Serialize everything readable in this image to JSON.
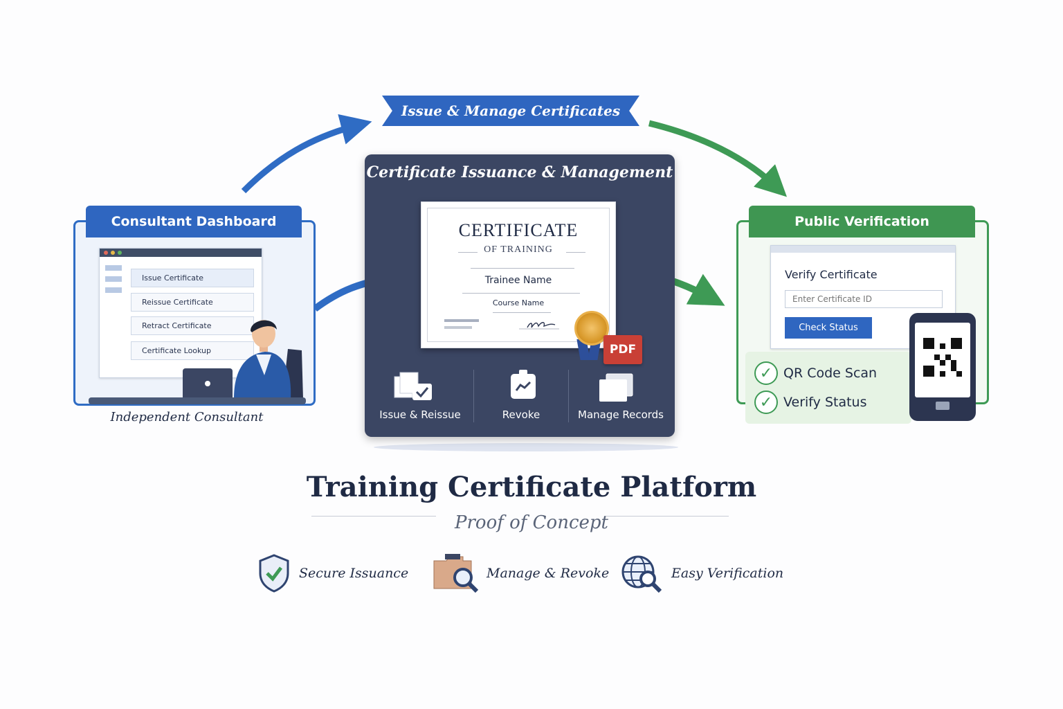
{
  "banner": {
    "label": "Issue & Manage Certificates"
  },
  "consultant": {
    "header": "Consultant Dashboard",
    "menu": [
      "Issue Certificate",
      "Reissue Certificate",
      "Retract Certificate",
      "Certificate Lookup"
    ],
    "caption": "Independent Consultant"
  },
  "center": {
    "title": "Certificate Issuance & Management",
    "certificate": {
      "title": "CERTIFICATE",
      "subtitle": "OF TRAINING",
      "name": "Trainee Name",
      "course": "Course Name"
    },
    "pdf_label": "PDF",
    "features": [
      "Issue & Reissue",
      "Revoke",
      "Manage Records"
    ]
  },
  "verification": {
    "header": "Public Verification",
    "form_title": "Verify Certificate",
    "input_placeholder": "Enter Certificate ID",
    "button_label": "Check Status",
    "checks": [
      "QR Code Scan",
      "Verify Status"
    ]
  },
  "footer": {
    "title": "Training Certificate Platform",
    "subtitle": "Proof of Concept",
    "items": [
      "Secure Issuance",
      "Manage & Revoke",
      "Easy Verification"
    ]
  },
  "colors": {
    "blue": "#2f66c0",
    "green": "#3f9652",
    "navy": "#3b4663",
    "pdf_red": "#c94036"
  },
  "icons": [
    "shield-check-icon",
    "folder-search-icon",
    "globe-search-icon",
    "qr-code-icon",
    "pdf-icon",
    "seal-icon"
  ]
}
